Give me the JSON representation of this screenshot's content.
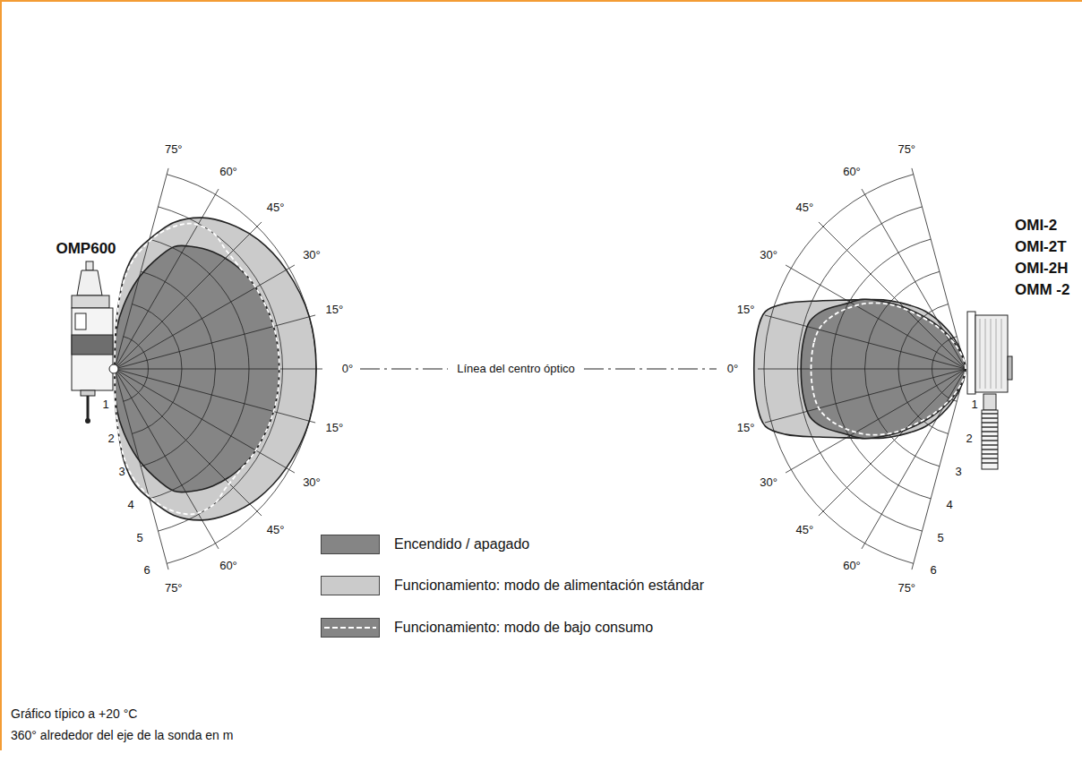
{
  "diagram": {
    "labels": [
      "OMP600",
      "75°",
      "60°",
      "45°",
      "30°",
      "15°",
      "0°",
      "15°",
      "30°",
      "45°",
      "60°",
      "75°",
      "1",
      "2",
      "3",
      "4",
      "5",
      "6",
      "Línea del centro óptico",
      "0°",
      "75°",
      "60°",
      "45°",
      "30°",
      "15°",
      "15°",
      "30°",
      "45°",
      "60°",
      "75°",
      "1",
      "2",
      "3",
      "4",
      "5",
      "6",
      "OMI-2",
      "OMI-2T",
      "OMI-2H",
      "OMM -2",
      "Gráfico típico a +20 °C",
      "360° alrededor del eje de la sonda en m"
    ],
    "legend": [
      {
        "text": "Encendido / apagado",
        "color": "#858585"
      },
      {
        "text": "Funcionamiento: modo de alimentación estándar",
        "color": "#cbcbcb"
      },
      {
        "text": "Funcionamiento: modo de bajo consumo"
      }
    ]
  }
}
